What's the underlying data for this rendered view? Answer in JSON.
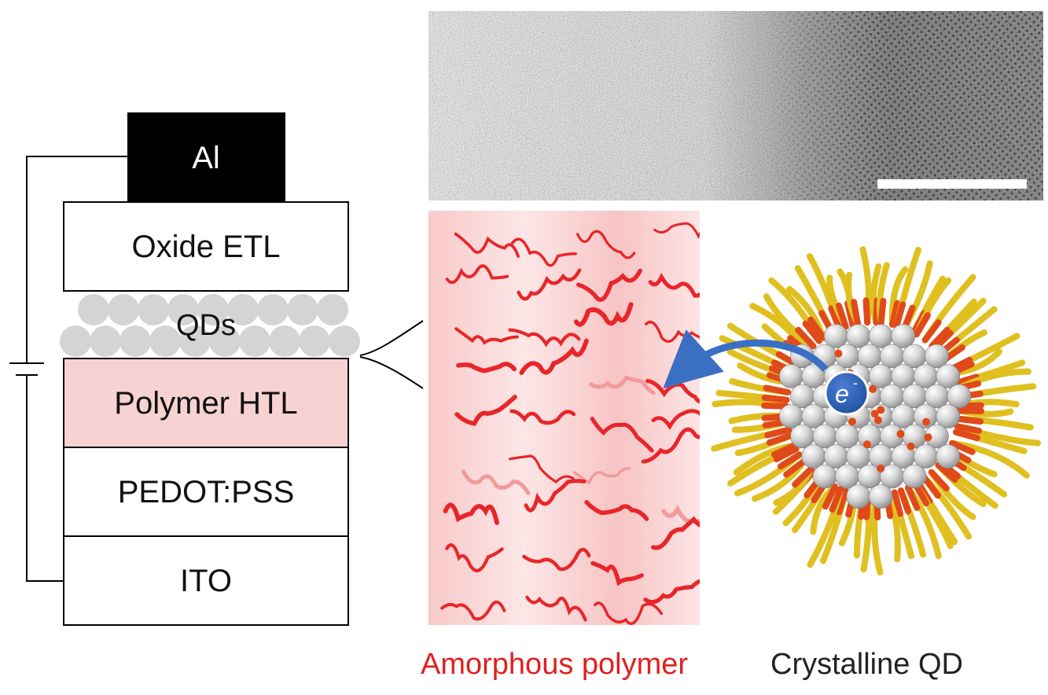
{
  "device_stack": {
    "layers": [
      {
        "key": "al",
        "label": "Al"
      },
      {
        "key": "etl",
        "label": "Oxide ETL"
      },
      {
        "key": "qds",
        "label": "QDs"
      },
      {
        "key": "htl",
        "label": "Polymer HTL"
      },
      {
        "key": "pedot",
        "label": "PEDOT:PSS"
      },
      {
        "key": "ito",
        "label": "ITO"
      }
    ]
  },
  "colors": {
    "al_fill": "#000000",
    "htl_fill": "#f6d2d2",
    "qd_sphere": "#d4d4d4",
    "polymer_red": "#e8262a",
    "ligand_yellow": "#e0c020",
    "ligand_red": "#e04a1a",
    "arrow_blue": "#3b6fc4",
    "electron_blue": "#2a5db0"
  },
  "electron": {
    "symbol": "e",
    "charge": "-"
  },
  "captions": {
    "left": "Amorphous polymer",
    "right": "Crystalline QD"
  }
}
